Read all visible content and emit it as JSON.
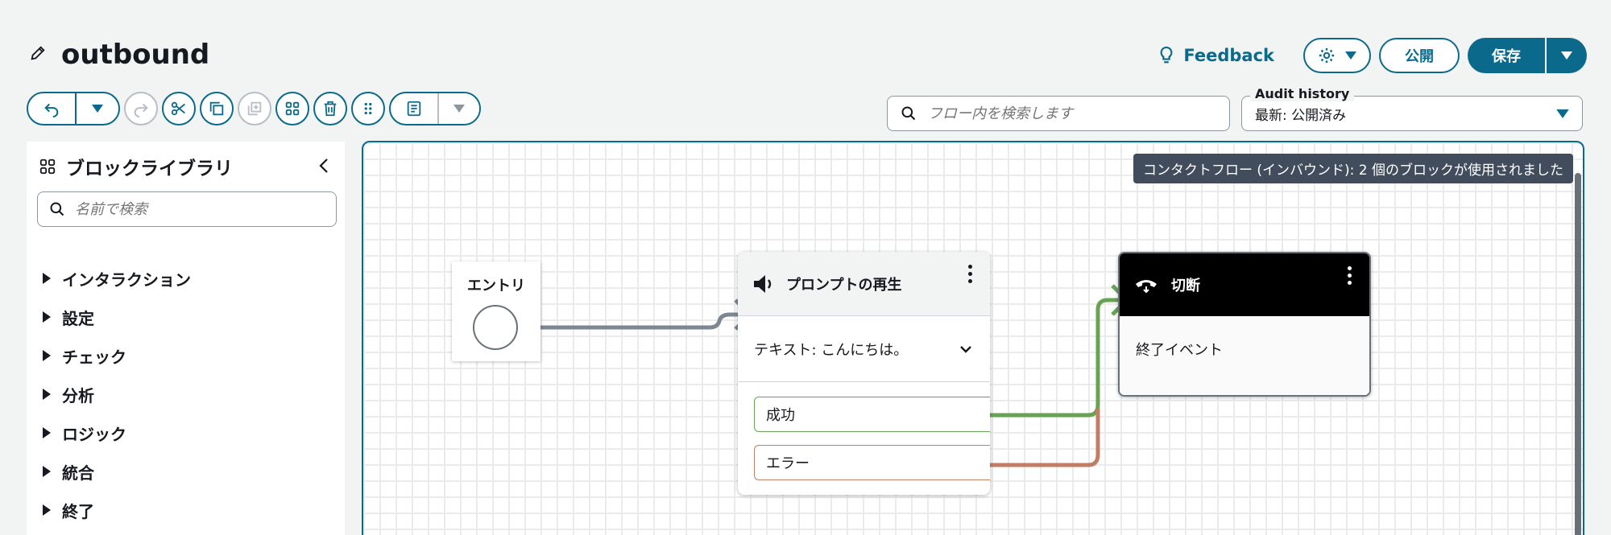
{
  "header": {
    "title": "outbound",
    "feedback_label": "Feedback",
    "publish_label": "公開",
    "save_label": "保存"
  },
  "toolbar": {
    "buttons": [
      "undo-icon",
      "chevron-down-icon",
      "redo-icon",
      "scissors-icon",
      "copy-icon",
      "duplicate-icon",
      "grid-icon",
      "trash-icon",
      "drag-dots-icon",
      "notes-icon",
      "chevron-down-icon"
    ]
  },
  "flow_search": {
    "placeholder": "フロー内を検索します"
  },
  "audit_history": {
    "label": "Audit history",
    "value": "最新: 公開済み"
  },
  "sidebar": {
    "title": "ブロックライブラリ",
    "search_placeholder": "名前で検索",
    "categories": [
      "インタラクション",
      "設定",
      "チェック",
      "分析",
      "ロジック",
      "統合",
      "終了"
    ]
  },
  "canvas": {
    "usage_badge": "コンタクトフロー (インバウンド): 2 個のブロックが使用されました",
    "entry_label": "エントリ",
    "prompt_block": {
      "title": "プロンプトの再生",
      "text": "テキスト: こんにちは。",
      "branches": [
        "成功",
        "エラー"
      ]
    },
    "disconnect_block": {
      "title": "切断",
      "body": "終了イベント"
    }
  },
  "colors": {
    "accent": "#0b6a8b",
    "success": "#67a353",
    "error": "#c47d65",
    "wire": "#687078"
  }
}
